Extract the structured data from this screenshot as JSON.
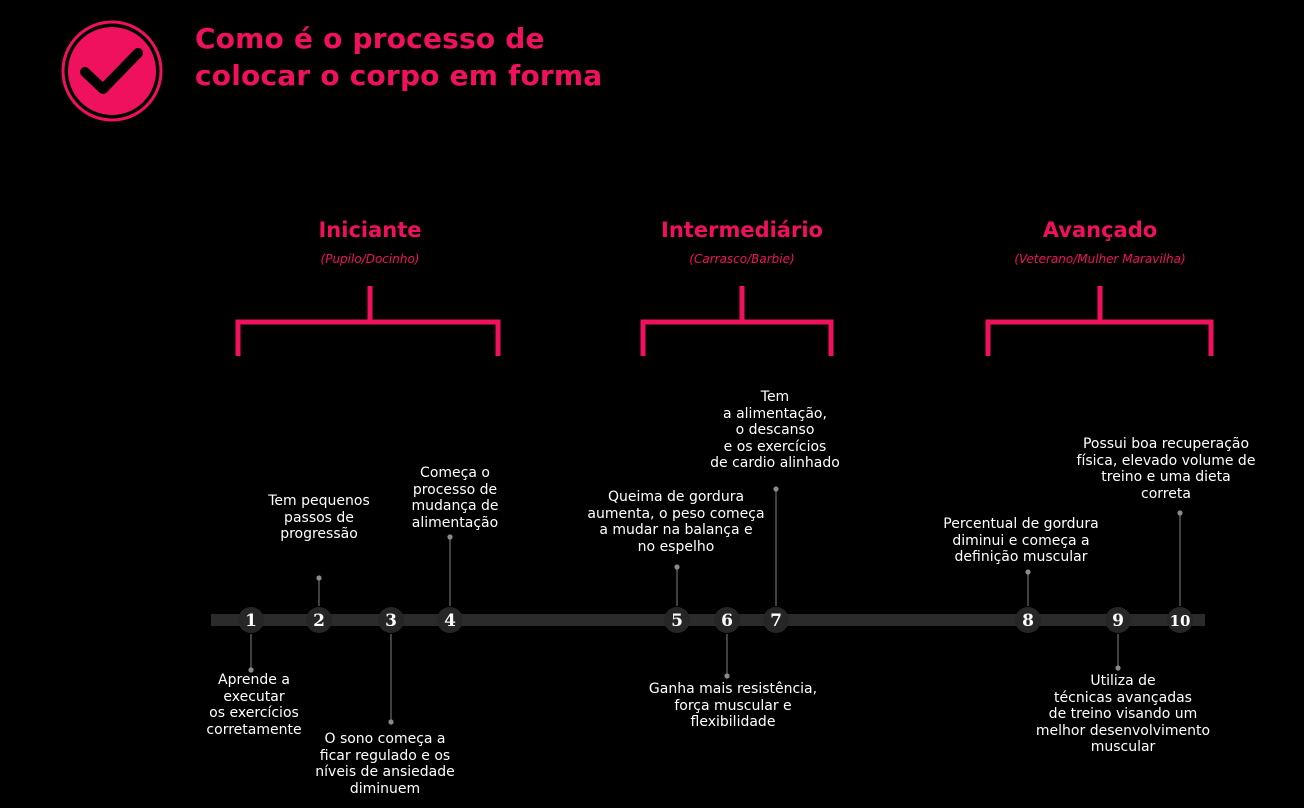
{
  "header": {
    "title_lines": [
      "Como é o processo de",
      "colocar o corpo em forma"
    ],
    "badge_icon": "checkmark-icon"
  },
  "colors": {
    "accent": "#f0115e",
    "background": "#000000",
    "timeline": "#2b2b2b",
    "text": "#ffffff"
  },
  "stages": [
    {
      "title": "Iniciante",
      "subtitle": "(Pupilo/Docinho)",
      "from_step": 1,
      "to_step": 4
    },
    {
      "title": "Intermediário",
      "subtitle": "(Carrasco/Barbie)",
      "from_step": 5,
      "to_step": 7
    },
    {
      "title": "Avançado",
      "subtitle": "(Veterano/Mulher Maravilha)",
      "from_step": 8,
      "to_step": 10
    }
  ],
  "steps": [
    {
      "number": "1",
      "side": "below",
      "lines": [
        "Aprende a",
        "executar",
        "os exercícios",
        "corretamente"
      ]
    },
    {
      "number": "2",
      "side": "above",
      "lines": [
        "Tem pequenos",
        "passos de",
        "progressão"
      ]
    },
    {
      "number": "3",
      "side": "below",
      "lines": [
        "O sono começa a",
        "ficar regulado e os",
        "níveis de ansiedade",
        "diminuem"
      ]
    },
    {
      "number": "4",
      "side": "above",
      "lines": [
        "Começa o",
        "processo de",
        "mudança de",
        "alimentação"
      ]
    },
    {
      "number": "5",
      "side": "above",
      "lines": [
        "Queima de gordura",
        "aumenta, o peso começa",
        "a mudar na balança e",
        "no espelho"
      ]
    },
    {
      "number": "6",
      "side": "below",
      "lines": [
        "Ganha mais resistência,",
        "força muscular e",
        "flexibilidade"
      ]
    },
    {
      "number": "7",
      "side": "above",
      "lines": [
        "Tem",
        "a alimentação,",
        "o descanso",
        "e os exercícios",
        "de cardio alinhado"
      ]
    },
    {
      "number": "8",
      "side": "above",
      "lines": [
        "Percentual de gordura",
        "diminui e começa a",
        "definição muscular"
      ]
    },
    {
      "number": "9",
      "side": "below",
      "lines": [
        "Utiliza de",
        "técnicas avançadas",
        "de treino visando um",
        "melhor desenvolvimento",
        "muscular"
      ]
    },
    {
      "number": "10",
      "side": "above",
      "lines": [
        "Possui boa recuperação",
        "física, elevado volume de",
        "treino e uma dieta",
        "correta"
      ]
    }
  ]
}
